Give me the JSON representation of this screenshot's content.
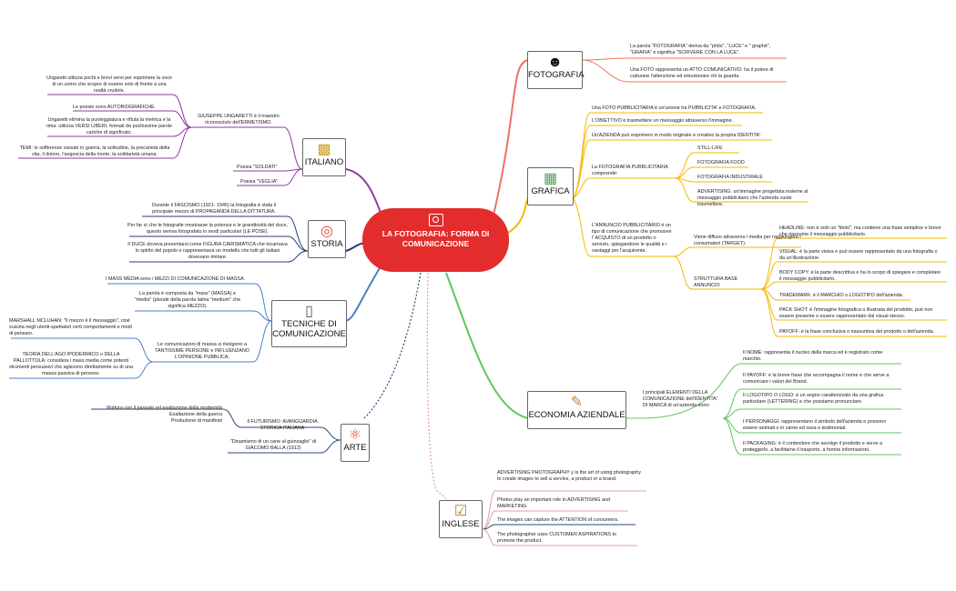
{
  "central": {
    "title": "LA FOTOGRAFIA: FORMA DI COMUNICAZIONE",
    "icon": "camera-icon"
  },
  "colors": {
    "central": "#e32c2c",
    "fotografia": "#f07060",
    "grafica": "#f5b800",
    "economia": "#5cc85c",
    "inglese": "#d8a0b0",
    "arte": "#2a4a7a",
    "tecniche": "#4a7fc8",
    "storia": "#2a3b7a",
    "italiano": "#8a3aa0"
  },
  "branches": {
    "fotografia": {
      "label": "FOTOGRAFIA",
      "icon": "photographer-icon",
      "leaves": [
        "La parola \"FOTOGRAFIA\" deriva da \"phôs\", \"LUCE\" e \" graphê\", \"GRAFIA\" e significa \"SCRIVERE CON LA LUCE\".",
        "Una FOTO rappresenta un ATTO COMUNICATIVO: ha il potere di catturare l'attenzione ed emozionare chi la guarda."
      ]
    },
    "grafica": {
      "label": "GRAFICA",
      "icon": "map-icon",
      "leaves": [
        "Una FOTO PUBBLICITARIA è un'unione tra PUBBLICITA' e FOTOGRAFIA.",
        "L'OBIETTIVO è trasmettere un messaggio attraverso l'immagine.",
        "Un'AZIENDA può esprimere in modo originale e creativo la propria IDENTITA'."
      ],
      "fotografia_pubblicitaria": {
        "label": "La FOTOGRAFIA PUBBLICITARIA comprende:",
        "items": [
          "STILL-LIFE",
          "FOTOGRAFIA FOOD",
          "FOTOGRAFIA INDUSTRIALE",
          "ADVERTISING: un'immagine progettata insieme al messaggio pubblicitario che l'azienda vuole trasmettere."
        ]
      },
      "annuncio": {
        "label": "L'ANNUNCIO PUBBLICITARIO è un tipo di comunicazione che promuove l' ACQUISTO di un prodotto o servizio, spiegandone le qualità e i vantaggi per l'acquirente.",
        "diffusion": "Viene diffuso attraverso i media per raggiungere i consumatori (TARGET).",
        "struttura_label": "STRUTTURA BASE ANNUNCIO",
        "struttura": [
          "HEADLINE: non è solo un \"titolo\", ma contiene una frase semplice e breve che riassume il messaggio pubblicitario.",
          "VISUAL: è la parte visiva e può essere rappresentato da una fotografia o da un'illustrazione.",
          "BODY COPY: è la parte descrittiva e ha lo scopo di spiegare e completare il messaggio pubblicitario.",
          "TRADEMARK: è il MARCHIO o LOGOTIPO dell'azienda.",
          "PACK SHOT: è l'immagine fotografica o illustrata del prodotto, può non essere presente o essere rappresentato dal visual stesso.",
          "PAYOFF: è la frase conclusiva o riassuntiva del prodotto o dell'azienda."
        ]
      }
    },
    "economia": {
      "label": "ECONOMIA AZIENDALE",
      "icon": "tools-icon",
      "intro": "I principali ELEMENTI DELLA COMUNICAZIONE dell'IDENTITA' DI MARCA di un'azienda sono:",
      "leaves": [
        "Il NOME: rappresenta il nucleo della marca ed è registrato come marchio.",
        "Il PAYOFF: è la breve frase che accompagna il nome e che serve a comunicare i valori del Brand.",
        "Il LOGOTIPO O LOGO: è un segno caratterizzato da una grafica particolare (LETTERING) e che possiamo pronunciare.",
        "I PERSONAGGI: rappresentano il simbolo dell'azienda e possono essere animati o in carne ed ossa o testimonial.",
        "Il PACKAGING: è il contenitore che avvolge il prodotto e serve a proteggerlo, a facilitarne il trasporto, a fornire informazioni."
      ]
    },
    "inglese": {
      "label": "INGLESE",
      "icon": "checklist-icon",
      "leaves": [
        "ADVERTISING PHOTOGRAPHY y is the art of using photography to create images to sell a service, a product or a brand.",
        "Photos play an important role in ADVERTISING and MARKETING.",
        "The images can capture the ATTENTION of consumers.",
        "The photographer uses CUSTOMER ASPIRATIONS to promote the product."
      ]
    },
    "arte": {
      "label": "ARTE",
      "icon": "atom-icon",
      "futurismo": "Il FUTURISMO: AVANGUARDIA STORICA ITALIANA",
      "futurismo_leaves": [
        "Rottura con il passato ed esaltazione della modernità",
        "Esaltazione della guerra",
        "Produzione di manifesti"
      ],
      "balla": "\"Dinamismo di un cane al guinzaglio\" di GIACOMO BALLA (1912)"
    },
    "tecniche": {
      "label": "TECNICHE DI COMUNICAZIONE",
      "icon": "phone-icon",
      "leaves": [
        "I MASS MEDIA sono i MEZZI DI COMUNICAZIONE DI MASSA.",
        "La parola è composta da \"mass\" (MASSA) e \"media\" (plurale della parola latina \"medium\" che significa MEZZO)."
      ],
      "comunicazioni": "Le comunicazioni di massa si rivolgono a TANTISSIME PERSONE e INFLUENZANO L'OPINIONE PUBBLICA.",
      "sub": [
        "MARSHALL MCLUHAN: \"Il mezzo è il messaggio\", cioè suscita negli utenti-spettatori certi comportamenti e modi di pensare.",
        "TEORIA DELL'AGO IPODERMICO o DELLA PALLOTTOLA: considera i mass media come potenti strumenti persuasivi che agiscono direttamente su di una massa passiva di persone."
      ]
    },
    "storia": {
      "label": "STORIA",
      "icon": "target-icon",
      "leaves": [
        "Durante il FASCISMO (1921- 1945) la fotografia è stata il principale mezzo di PROPAGANDA DELLA DITTATURA.",
        "Per far sì che le fotografie mostrasse la potenza e le grandiosità del duce, questo veniva fotografato in modi particolari (LE POSE).",
        "Il DUCE doveva presentarsi come FIGURA CARISMATICA che incarnava lo spirito del popolo e rappresentava un modello che tutti gli italiani dovevano imitare."
      ]
    },
    "italiano": {
      "label": "ITALIANO",
      "icon": "computer-icon",
      "ungaretti": "GIUSEPPE UNGARETTI è il maestro riconosciuto dell'ERMETISMO.",
      "ungaretti_leaves": [
        "Ungaretti utilizza pochi e brevi versi per esprimere la voce di un uomo che scopre di essere solo di fronte a una realtà crudele.",
        "Le poesie sono AUTOBIOGRAFICHE",
        "Ungaretti elimina la punteggiatura e rifiuta la metrica e la rima: utilizza VERSI LIBERI, formati da pochissime parole cariche di significato.",
        "TEMI: le sofferenze vissute in guerra, la solitudine, la precarietà della vita, il dolore, l'angoscia della morte, la solidarietà umana."
      ],
      "poesie": [
        "Poesia \"SOLDATI\"",
        "Poesia \"VEGLIA\""
      ]
    }
  }
}
